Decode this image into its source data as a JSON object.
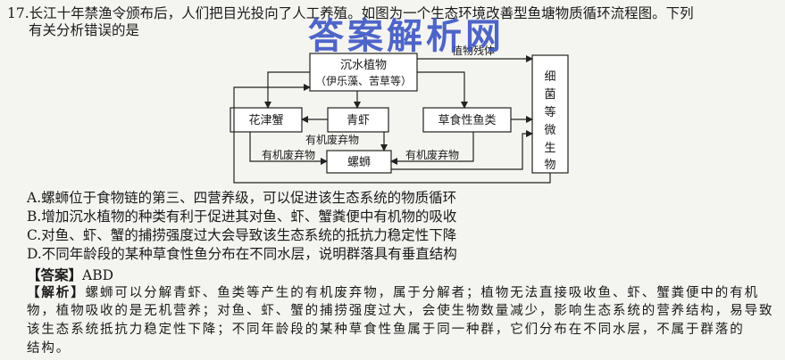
{
  "question": {
    "line1": "17.长江十年禁渔令颁布后，人们把目光投向了人工养殖。如图为一个生态环境改善型鱼塘物质循环流程图。下列",
    "line2": "有关分析错误的是"
  },
  "watermark": "答案解析网",
  "diagram": {
    "submerged": "沉水植物",
    "submerged_sub": "（伊乐藻、苦草等）",
    "crab": "花津蟹",
    "shrimp": "青虾",
    "fish": "草食性鱼类",
    "snail": "螺蛳",
    "bacteria_chars": [
      "细",
      "菌",
      "等",
      "微",
      "生",
      "物"
    ],
    "residue": "植物残体",
    "waste": "有机废弃物"
  },
  "options": {
    "a": "A.螺蛳位于食物链的第三、四营养级，可以促进该生态系统的物质循环",
    "b": "B.增加沉水植物的种类有利于促进其对鱼、虾、蟹粪便中有机物的吸收",
    "c": "C.对鱼、虾、蟹的捕捞强度过大会导致该生态系统的抵抗力稳定性下降",
    "d": "D.不同年龄段的某种草食性鱼分布在不同水层，说明群落具有垂直结构"
  },
  "answer": {
    "label": "【答案】",
    "value": "ABD"
  },
  "analysis": {
    "label": "【解析】",
    "line1": "螺蛳可以分解青虾、鱼类等产生的有机废弃物，属于分解者；植物无法直接吸收鱼、虾、蟹粪便中的有机",
    "line2": "物，植物吸收的是无机营养；对鱼、虾、蟹的捕捞强度过大，会使生物数量减少，影响生态系统的营养结构，易导致",
    "line3": "该生态系统抵抗力稳定性下降；不同年龄段的某种草食性鱼属于同一种群，它们分布在不同水层，不属于群落的",
    "line4": "结构。"
  }
}
